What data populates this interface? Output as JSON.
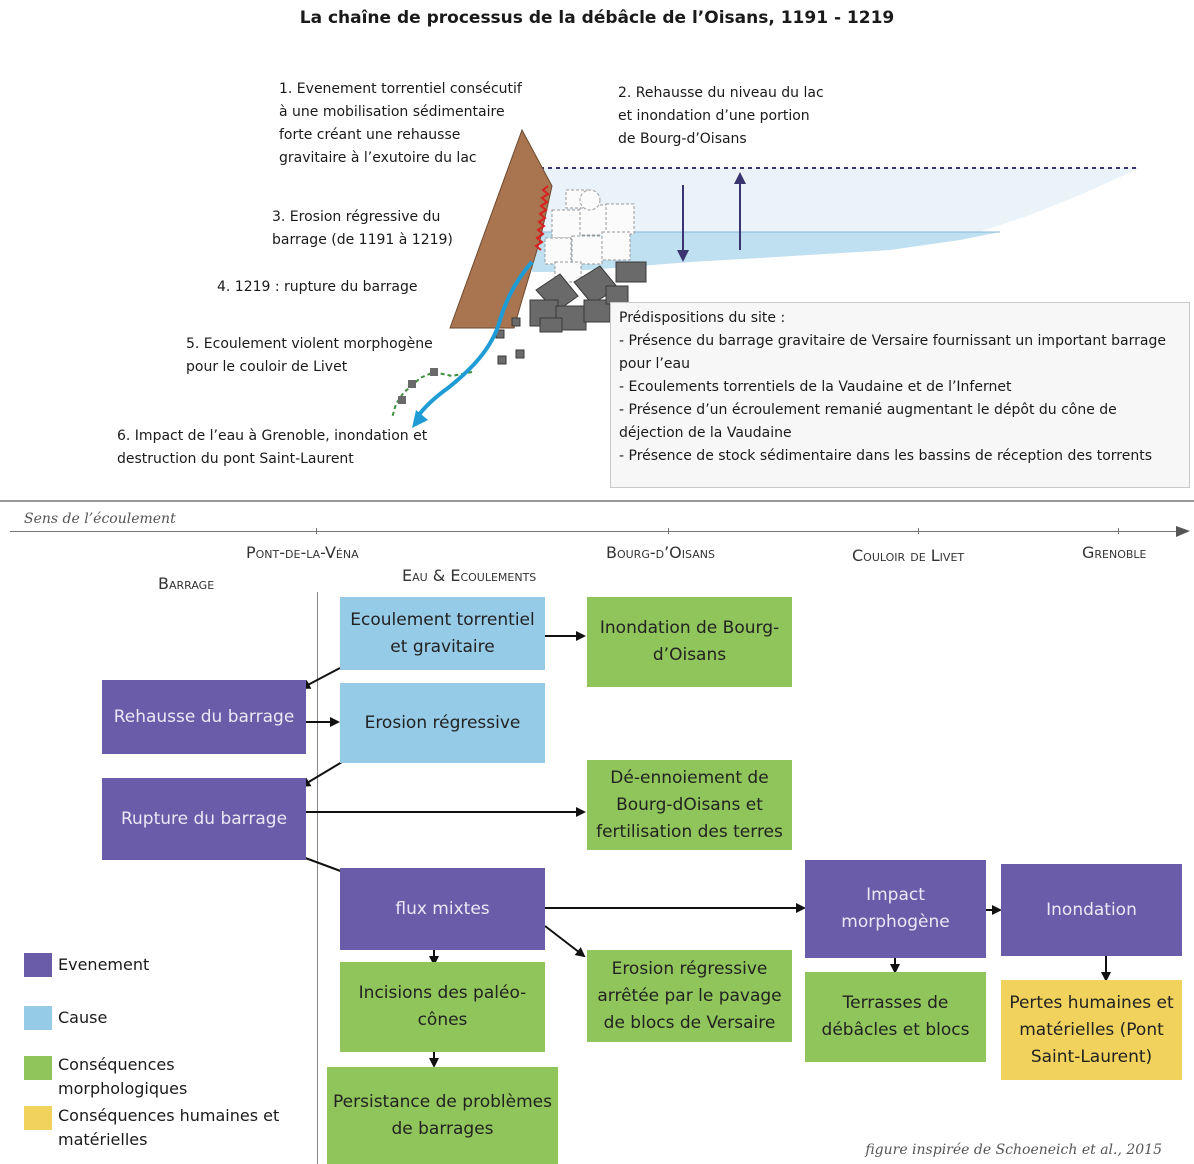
{
  "title": "La chaîne de processus de la débâcle de l’Oisans, 1191 - 1219",
  "upper": {
    "step1": "1. Evenement torrentiel consécutif\nà une mobilisation sédimentaire\nforte créant une rehausse\ngravitaire à l’exutoire du lac",
    "step2": "2. Rehausse du niveau du lac\net inondation d’une portion\nde Bourg-d’Oisans",
    "step3": "3. Erosion régressive du\nbarrage (de 1191 à 1219)",
    "step4": "4. 1219 : rupture du barrage",
    "step5": "5. Ecoulement violent morphogène\npour le couloir de Livet",
    "step6": "6. Impact de l’eau à Grenoble, inondation et\ndestruction du pont Saint-Laurent",
    "predispositions": {
      "title": "Prédispositions du site :",
      "items": [
        "- Présence du barrage gravitaire de Versaire fournissant un important barrage pour l’eau",
        "- Ecoulements torrentiels de la Vaudaine et de l’Infernet",
        "- Présence d’un écroulement remanié augmentant le dépôt du cône de déjection de la Vaudaine",
        "- Présence de stock sédimentaire dans les bassins de réception des torrents"
      ]
    }
  },
  "axis": {
    "label": "Sens de l’écoulement",
    "places": [
      "Pont-de-la-Véna",
      "Bourg-d’Oisans",
      "Couloir de Livet",
      "Grenoble"
    ]
  },
  "columns": {
    "barrage": "Barrage",
    "eau": "Eau & Ecoulements"
  },
  "boxes": {
    "ecoulement": "Ecoulement torrentiel et gravitaire",
    "inondation_bourg": "Inondation de Bourg-d’Oisans",
    "rehausse": "Rehausse du barrage",
    "erosion": "Erosion régressive",
    "rupture": "Rupture du barrage",
    "deennoiement": "Dé-ennoiement de Bourg-dOisans et fertilisation des terres",
    "flux": "flux mixtes",
    "incisions": "Incisions des paléo-cônes",
    "persistance": "Persistance de problèmes de barrages",
    "erosion_arretee": "Erosion régressive arrêtée par le pavage de blocs de Versaire",
    "impact": "Impact morphogène",
    "terrasses": "Terrasses de débâcles et blocs",
    "inondation": "Inondation",
    "pertes": "Pertes humaines et matérielles (Pont Saint-Laurent)"
  },
  "legend": [
    {
      "label": "Evenement",
      "color": "#6a5ca8"
    },
    {
      "label": "Cause",
      "color": "#95cbe7"
    },
    {
      "label": "Conséquences morphologiques",
      "color": "#8fc55a"
    },
    {
      "label": "Conséquences humaines et matérielles",
      "color": "#f0d25c"
    }
  ],
  "credit": "figure inspirée de Schoeneich et al., 2015"
}
